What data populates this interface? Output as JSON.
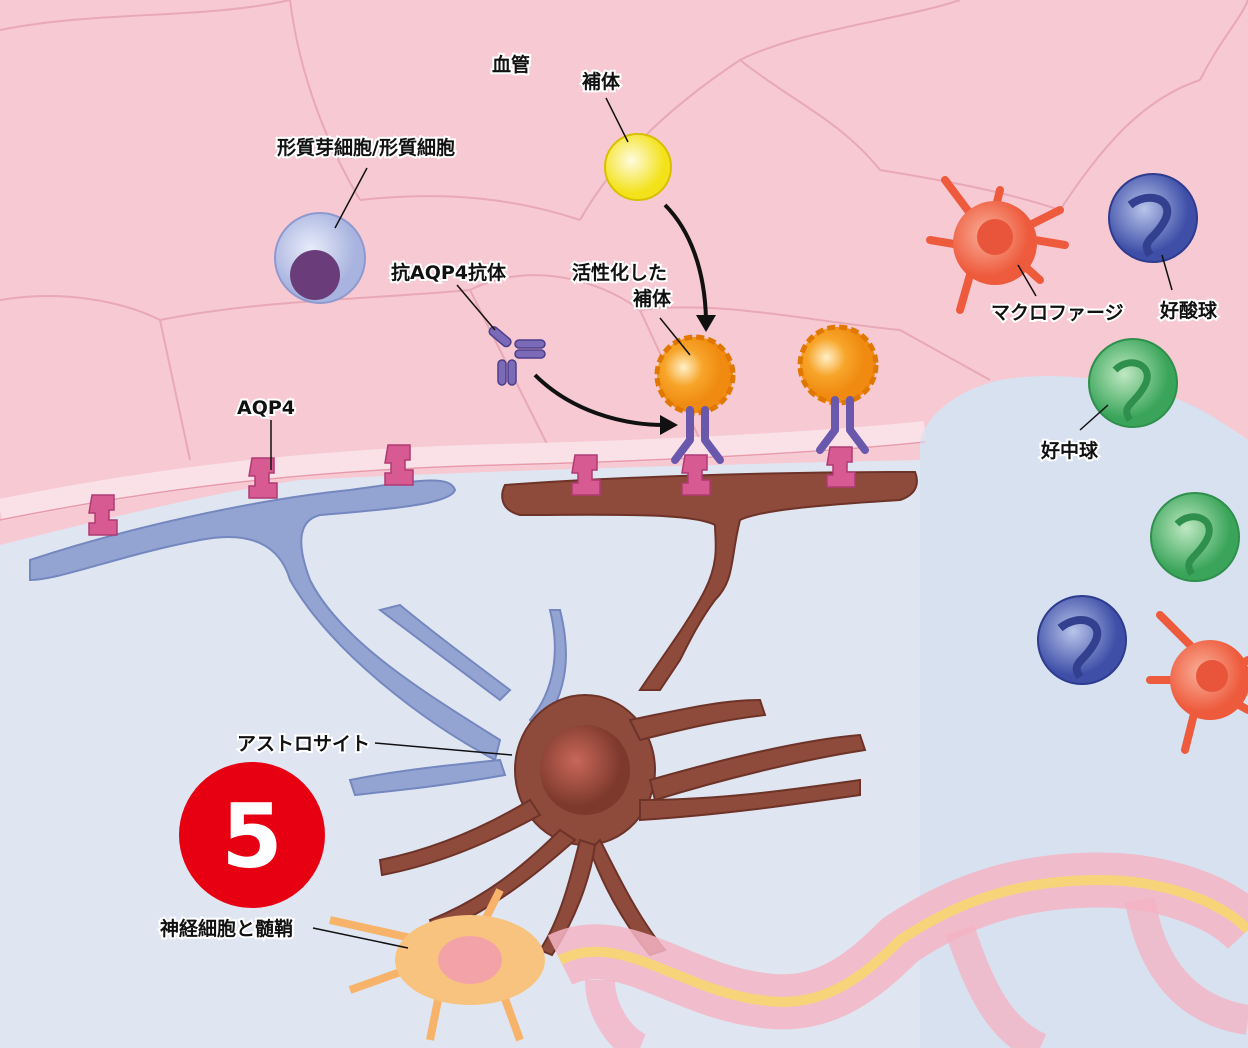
{
  "labels": {
    "vessel": "血管",
    "complement": "補体",
    "plasma_cell": "形質芽細胞/形質細胞",
    "antibody": "抗AQP4抗体",
    "activated_complement_1": "活性化した",
    "activated_complement_2": "補体",
    "aqp4": "AQP4",
    "macrophage": "マクロファージ",
    "eosinophil": "好酸球",
    "neutrophil": "好中球",
    "astrocyte": "アストロサイト",
    "neuron": "神経細胞と髄鞘"
  },
  "step_badge": "5",
  "colors": {
    "vessel": "#f5c6d0",
    "tissue": "#dfe6f2",
    "astrocyte_healthy": "#8d9fcc",
    "astrocyte_damaged": "#8a4a3a",
    "badge": "#e60012"
  }
}
